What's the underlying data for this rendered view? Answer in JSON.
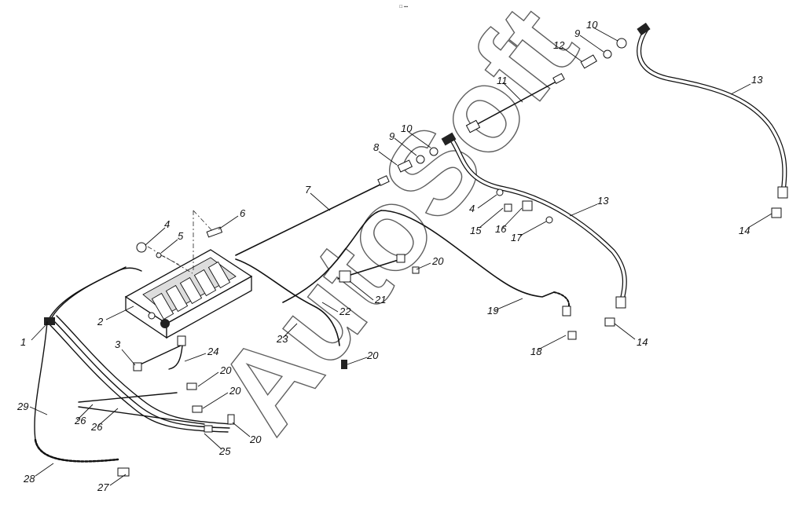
{
  "corner_text": "☐ ▪▪▪",
  "watermark": "AutoSoft",
  "callouts": [
    {
      "text": "1"
    },
    {
      "text": "2"
    },
    {
      "text": "3"
    },
    {
      "text": "4"
    },
    {
      "text": "5"
    },
    {
      "text": "6"
    },
    {
      "text": "7"
    },
    {
      "text": "8"
    },
    {
      "text": "9"
    },
    {
      "text": "10"
    },
    {
      "text": "11"
    },
    {
      "text": "12"
    },
    {
      "text": "9"
    },
    {
      "text": "10"
    },
    {
      "text": "13"
    },
    {
      "text": "13"
    },
    {
      "text": "14"
    },
    {
      "text": "14"
    },
    {
      "text": "4"
    },
    {
      "text": "15"
    },
    {
      "text": "16"
    },
    {
      "text": "17"
    },
    {
      "text": "18"
    },
    {
      "text": "19"
    },
    {
      "text": "20"
    },
    {
      "text": "20"
    },
    {
      "text": "20"
    },
    {
      "text": "20"
    },
    {
      "text": "20"
    },
    {
      "text": "21"
    },
    {
      "text": "22"
    },
    {
      "text": "23"
    },
    {
      "text": "24"
    },
    {
      "text": "25"
    },
    {
      "text": "26"
    },
    {
      "text": "26"
    },
    {
      "text": "27"
    },
    {
      "text": "28"
    },
    {
      "text": "29"
    }
  ]
}
